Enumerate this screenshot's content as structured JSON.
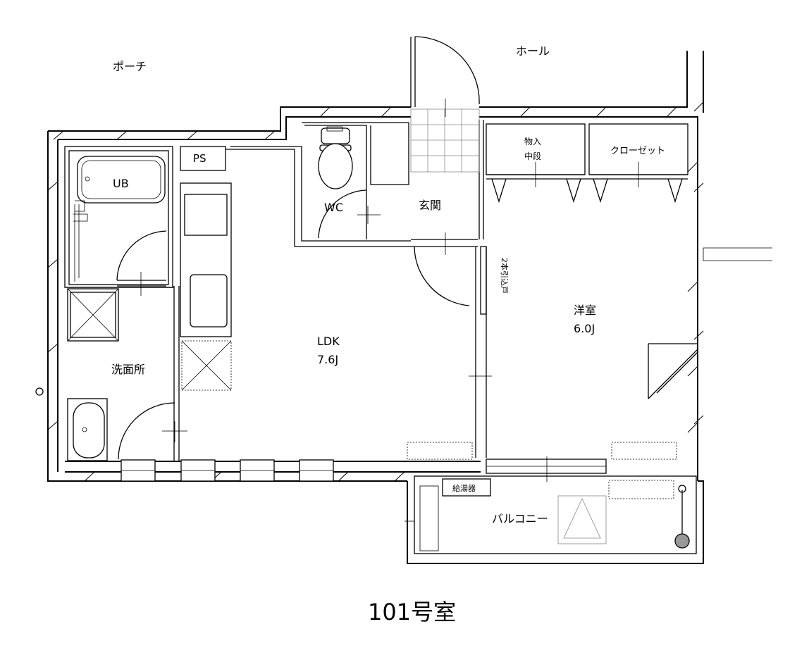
{
  "labels": {
    "porch": "ポーチ",
    "hall": "ホール",
    "ps": "PS",
    "ub": "UB",
    "wc": "WC",
    "entrance": "玄関",
    "storage_line1": "物入",
    "storage_line2": "中段",
    "closet": "クローゼット",
    "sliding_door": "2本引込戸",
    "western_room": "洋室",
    "western_room_size": "6.0J",
    "ldk": "LDK",
    "ldk_size": "7.6J",
    "washroom": "洗面所",
    "water_heater": "給湯器",
    "balcony": "バルコニー",
    "room_title": "101号室"
  }
}
